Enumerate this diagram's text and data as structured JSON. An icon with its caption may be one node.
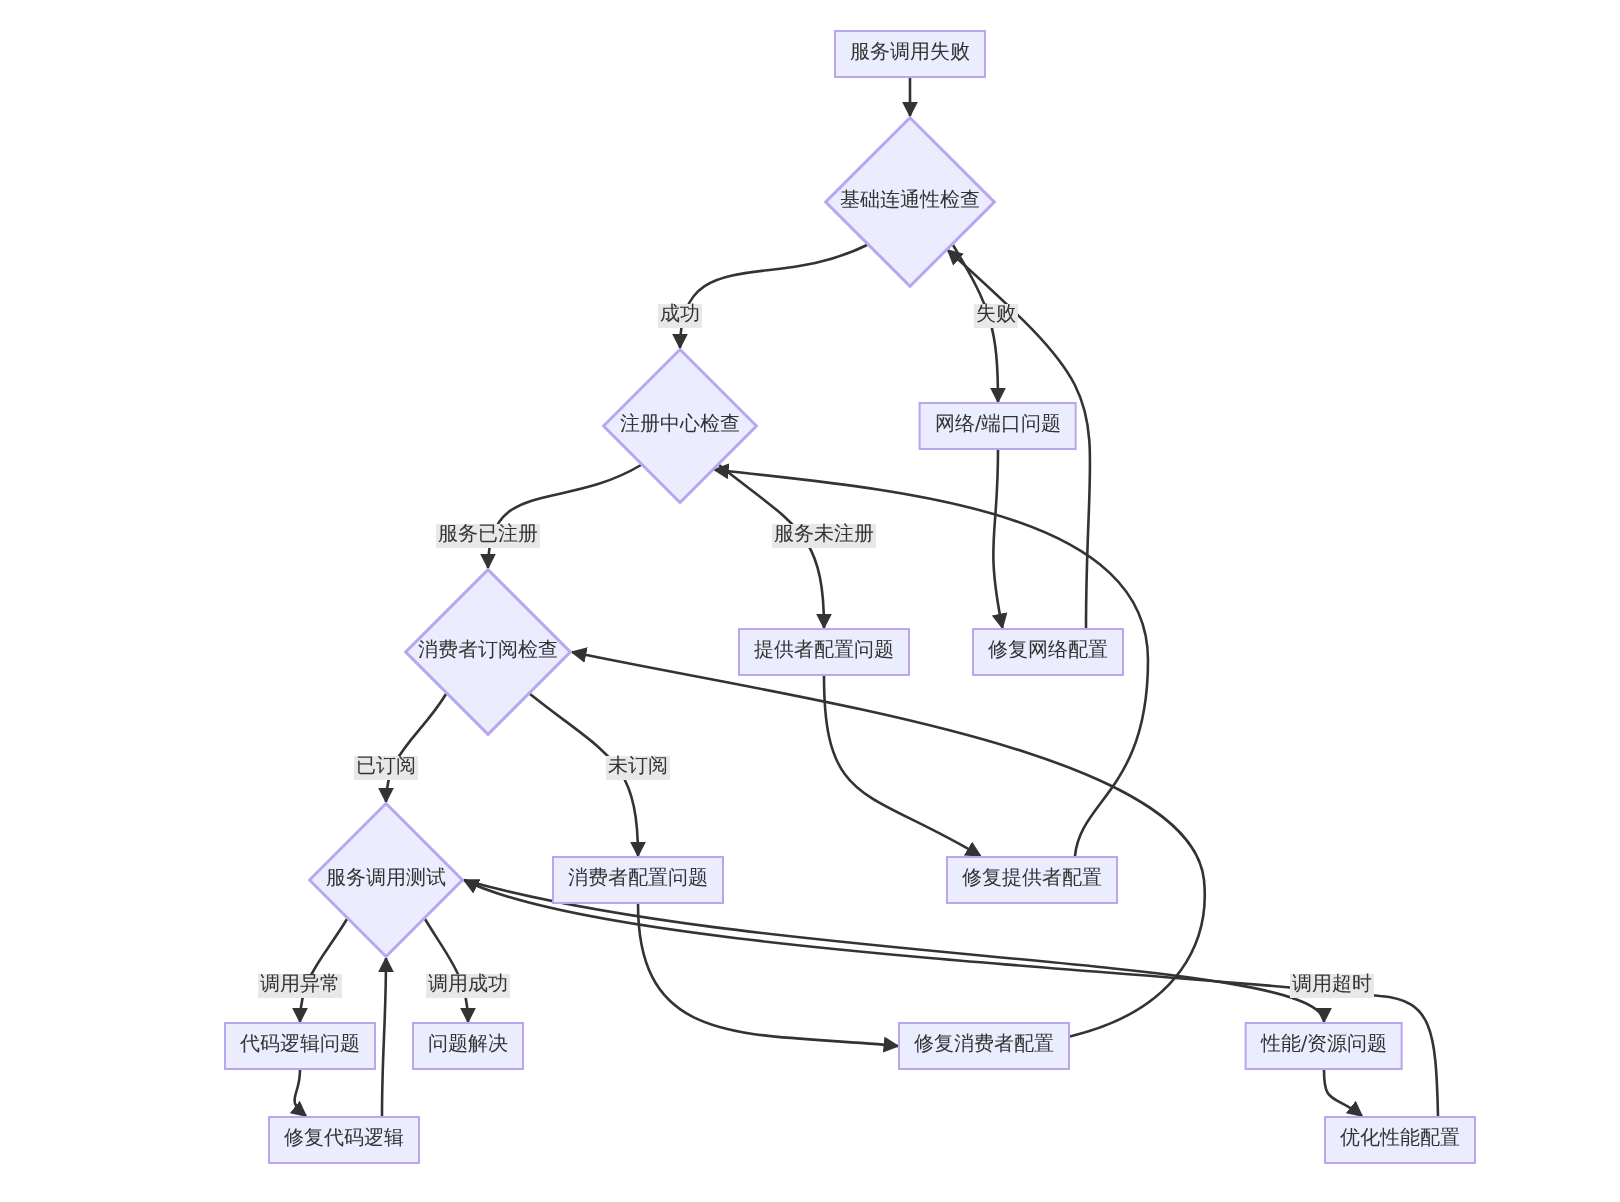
{
  "diagram": {
    "nodes": [
      {
        "text": [
          "服务调用失败"
        ]
      },
      {
        "text": [
          "基础连通性检查"
        ]
      },
      {
        "text": [
          "注册中心检查"
        ]
      },
      {
        "text": [
          "网络/端口问题"
        ]
      },
      {
        "text": [
          "修复网络配置"
        ]
      },
      {
        "text": [
          "消费者订阅检查"
        ]
      },
      {
        "text": [
          "提供者配置问题"
        ]
      },
      {
        "text": [
          "服务调用测试"
        ]
      },
      {
        "text": [
          "消费者配置问题"
        ]
      },
      {
        "text": [
          "修复提供者配置"
        ]
      },
      {
        "text": [
          "代码逻辑问题"
        ]
      },
      {
        "text": [
          "问题解决"
        ]
      },
      {
        "text": [
          "修复代码逻辑"
        ]
      },
      {
        "text": [
          "修复消费者配置"
        ]
      },
      {
        "text": [
          "性能/资源问题"
        ]
      },
      {
        "text": [
          "优化性能配置"
        ]
      }
    ],
    "edges": [
      {
        "from": 0,
        "to": 1,
        "arrow": "to"
      },
      {
        "from": 1,
        "to": 2,
        "arrow": "to",
        "label": "成功"
      },
      {
        "from": 1,
        "to": 3,
        "arrow": "to",
        "label": "失败"
      },
      {
        "from": 3,
        "to": 4,
        "arrow": "to"
      },
      {
        "from": 4,
        "to": 1,
        "arrow": "to"
      },
      {
        "from": 2,
        "to": 5,
        "arrow": "to",
        "label": "服务已注册"
      },
      {
        "from": 2,
        "to": 6,
        "arrow": "to",
        "label": "服务未注册"
      },
      {
        "from": 6,
        "to": 9,
        "arrow": "to"
      },
      {
        "from": 9,
        "to": 2,
        "arrow": "to"
      },
      {
        "from": 5,
        "to": 7,
        "arrow": "to",
        "label": "已订阅"
      },
      {
        "from": 5,
        "to": 8,
        "arrow": "to",
        "label": "未订阅"
      },
      {
        "from": 8,
        "to": 13,
        "arrow": "to"
      },
      {
        "from": 13,
        "to": 5,
        "arrow": "to"
      },
      {
        "from": 7,
        "to": 10,
        "arrow": "to",
        "label": "调用异常"
      },
      {
        "from": 7,
        "to": 11,
        "arrow": "to",
        "label": "调用成功"
      },
      {
        "from": 7,
        "to": 14,
        "arrow": "to",
        "label": "调用超时"
      },
      {
        "from": 10,
        "to": 12,
        "arrow": "to"
      },
      {
        "from": 12,
        "to": 7,
        "arrow": "to"
      },
      {
        "from": 14,
        "to": 15,
        "arrow": "to"
      },
      {
        "from": 15,
        "to": 7,
        "arrow": "to"
      }
    ]
  }
}
